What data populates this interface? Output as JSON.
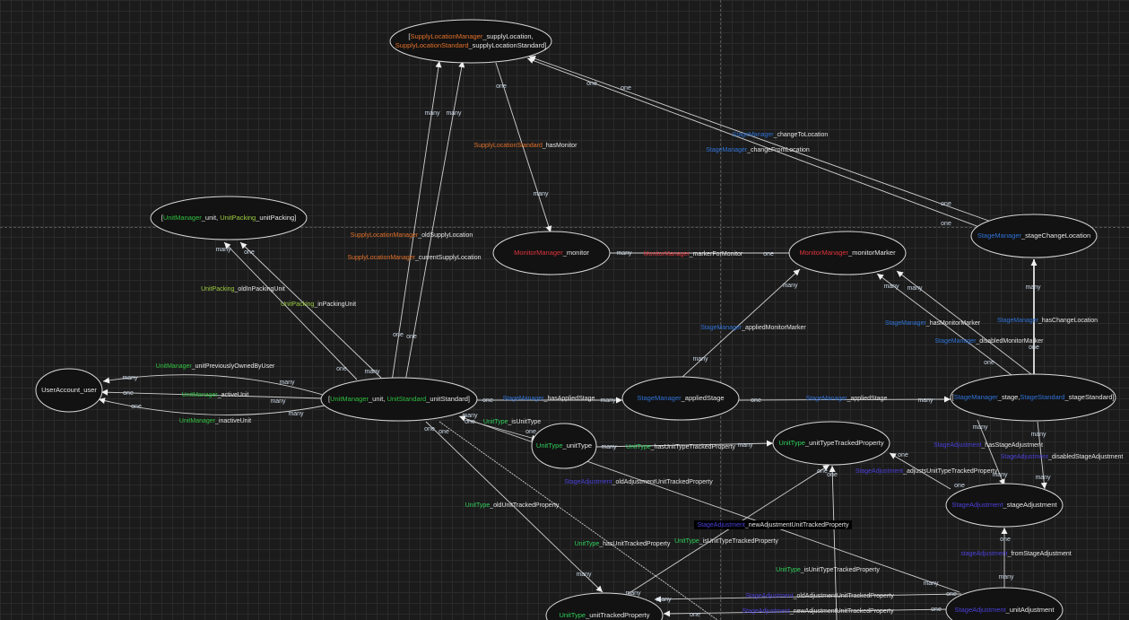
{
  "colors": {
    "unitManager": "#2fbf3f",
    "unitStandard": "#2fbf3f",
    "unitType": "#2fcf5a",
    "unitPacking": "#9ccc40",
    "supply": "#e0702a",
    "monitor": "#e0333c",
    "stage": "#2f72d6",
    "stageAdj": "#4b40d8",
    "plain": "#e6e6e6"
  },
  "nodes": [
    {
      "id": "supplyLocation",
      "lines": [
        [
          {
            "t": "[",
            "c": "plain"
          },
          {
            "t": "SupplyLocationManager",
            "c": "supply"
          },
          {
            "t": "_supplyLocation,",
            "c": "plain"
          }
        ],
        [
          {
            "t": "SupplyLocationStandard",
            "c": "supply"
          },
          {
            "t": "_supplyLocationStandard]",
            "c": "plain"
          }
        ]
      ]
    },
    {
      "id": "unitPacking",
      "lines": [
        [
          {
            "t": "[",
            "c": "plain"
          },
          {
            "t": "UnitManager",
            "c": "unitManager"
          },
          {
            "t": "_unit, ",
            "c": "plain"
          },
          {
            "t": "UnitPacking",
            "c": "unitPacking"
          },
          {
            "t": "_unitPacking]",
            "c": "plain"
          }
        ]
      ]
    },
    {
      "id": "monitor",
      "lines": [
        [
          {
            "t": "MonitorManager",
            "c": "monitor"
          },
          {
            "t": "_monitor",
            "c": "plain"
          }
        ]
      ]
    },
    {
      "id": "monitorMarker",
      "lines": [
        [
          {
            "t": "MonitorManager",
            "c": "monitor"
          },
          {
            "t": "_monitorMarker",
            "c": "plain"
          }
        ]
      ]
    },
    {
      "id": "stageChangeLocation",
      "lines": [
        [
          {
            "t": "StageManager",
            "c": "stage"
          },
          {
            "t": "_stageChangeLocation",
            "c": "plain"
          }
        ]
      ]
    },
    {
      "id": "userAccount",
      "lines": [
        [
          {
            "t": "UserAccount_user",
            "c": "plain"
          }
        ]
      ]
    },
    {
      "id": "unitStandard",
      "lines": [
        [
          {
            "t": "[",
            "c": "plain"
          },
          {
            "t": "UnitManager",
            "c": "unitManager"
          },
          {
            "t": "_unit, ",
            "c": "plain"
          },
          {
            "t": "UnitStandard",
            "c": "unitStandard"
          },
          {
            "t": "_unitStandard]",
            "c": "plain"
          }
        ]
      ]
    },
    {
      "id": "appliedStage",
      "lines": [
        [
          {
            "t": "StageManager",
            "c": "stage"
          },
          {
            "t": "_appliedStage",
            "c": "plain"
          }
        ]
      ]
    },
    {
      "id": "stage",
      "lines": [
        [
          {
            "t": "[",
            "c": "plain"
          },
          {
            "t": "StageManager",
            "c": "stage"
          },
          {
            "t": "_stage,",
            "c": "plain"
          },
          {
            "t": "StageStandard",
            "c": "stage"
          },
          {
            "t": "_stageStandard]",
            "c": "plain"
          }
        ]
      ]
    },
    {
      "id": "unitType",
      "lines": [
        [
          {
            "t": "UnitType",
            "c": "unitType"
          },
          {
            "t": "_unitType",
            "c": "plain"
          }
        ]
      ]
    },
    {
      "id": "unitTypeTrackedProperty",
      "lines": [
        [
          {
            "t": "UnitType",
            "c": "unitType"
          },
          {
            "t": "_unitTypeTrackedProperty",
            "c": "plain"
          }
        ]
      ]
    },
    {
      "id": "stageAdjustment",
      "lines": [
        [
          {
            "t": "StageAdjustment",
            "c": "stageAdj"
          },
          {
            "t": "_stageAdjustment",
            "c": "plain"
          }
        ]
      ]
    },
    {
      "id": "unitTrackedProperty",
      "lines": [
        [
          {
            "t": "UnitType",
            "c": "unitType"
          },
          {
            "t": "_unitTrackedProperty",
            "c": "plain"
          }
        ]
      ]
    },
    {
      "id": "unitAdjustment",
      "lines": [
        [
          {
            "t": "StageAdjustment",
            "c": "stageAdj"
          },
          {
            "t": "_unitAdjustment",
            "c": "plain"
          }
        ]
      ]
    }
  ],
  "edges": [
    {
      "label": [
        {
          "t": "UnitManager",
          "c": "unitManager"
        },
        {
          "t": "_unitPreviouslyOwnedByUser",
          "c": "plain"
        }
      ],
      "from_card": "many",
      "to_card": "many"
    },
    {
      "label": [
        {
          "t": "UnitManager",
          "c": "unitManager"
        },
        {
          "t": "_activeUnit",
          "c": "plain"
        }
      ],
      "from_card": "many",
      "to_card": "one"
    },
    {
      "label": [
        {
          "t": "UnitManager",
          "c": "unitManager"
        },
        {
          "t": "_inactiveUnit",
          "c": "plain"
        }
      ],
      "from_card": "many",
      "to_card": "one"
    },
    {
      "label": [
        {
          "t": "UnitPacking",
          "c": "unitPacking"
        },
        {
          "t": "_oldInPackingUnit",
          "c": "plain"
        }
      ],
      "from_card": "one",
      "to_card": "many"
    },
    {
      "label": [
        {
          "t": "UnitPacking",
          "c": "unitPacking"
        },
        {
          "t": "_inPackingUnit",
          "c": "plain"
        }
      ],
      "from_card": "many",
      "to_card": "one"
    },
    {
      "label": [
        {
          "t": "SupplyLocationManager",
          "c": "supply"
        },
        {
          "t": "_oldSupplyLocation",
          "c": "plain"
        }
      ],
      "from_card": "one",
      "to_card": "many"
    },
    {
      "label": [
        {
          "t": "SupplyLocationManager",
          "c": "supply"
        },
        {
          "t": "_currentSupplyLocation",
          "c": "plain"
        }
      ],
      "from_card": "one",
      "to_card": "many"
    },
    {
      "label": [
        {
          "t": "SupplyLocationStandard",
          "c": "supply"
        },
        {
          "t": "_hasMonitor",
          "c": "plain"
        }
      ],
      "from_card": "one",
      "to_card": "many"
    },
    {
      "label": [
        {
          "t": "MonitorManager",
          "c": "monitor"
        },
        {
          "t": "_markerForMonitor",
          "c": "plain"
        }
      ],
      "from_card": "many",
      "to_card": "one"
    },
    {
      "label": [
        {
          "t": "StageManager",
          "c": "stage"
        },
        {
          "t": "_changeToLocation",
          "c": "plain"
        }
      ],
      "from_card": "one",
      "to_card": "one"
    },
    {
      "label": [
        {
          "t": "StageManager",
          "c": "stage"
        },
        {
          "t": "_changeFromLocation",
          "c": "plain"
        }
      ],
      "from_card": "one",
      "to_card": "one"
    },
    {
      "label": [
        {
          "t": "StageManager",
          "c": "stage"
        },
        {
          "t": "_appliedMonitorMarker",
          "c": "plain"
        }
      ],
      "from_card": "many",
      "to_card": "many"
    },
    {
      "label": [
        {
          "t": "StageManager",
          "c": "stage"
        },
        {
          "t": "_hasMonitorMarker",
          "c": "plain"
        }
      ],
      "from_card": "one",
      "to_card": "many"
    },
    {
      "label": [
        {
          "t": "StageManager",
          "c": "stage"
        },
        {
          "t": "_disabledMonitorMarker",
          "c": "plain"
        }
      ],
      "from_card": null,
      "to_card": "many"
    },
    {
      "label": [
        {
          "t": "StageManager",
          "c": "stage"
        },
        {
          "t": "_hasChangeLocation",
          "c": "plain"
        }
      ],
      "from_card": "one",
      "to_card": "many"
    },
    {
      "label": [
        {
          "t": "StageManager",
          "c": "stage"
        },
        {
          "t": "_hasAppliedStage",
          "c": "plain"
        }
      ],
      "from_card": "one",
      "to_card": "many"
    },
    {
      "label": [
        {
          "t": "StageManager",
          "c": "stage"
        },
        {
          "t": "_appliedStage",
          "c": "plain"
        }
      ],
      "from_card": "one",
      "to_card": "many"
    },
    {
      "label": [
        {
          "t": "UnitType",
          "c": "unitType"
        },
        {
          "t": "_isUnitType",
          "c": "plain"
        }
      ],
      "from_card": "one",
      "to_card": "one"
    },
    {
      "label": [
        {
          "t": "StageAdjustment",
          "c": "stageAdj"
        },
        {
          "t": "_oldAdjustmentUnitTrackedProperty",
          "c": "plain"
        }
      ],
      "from_card": "many",
      "to_card": "many"
    },
    {
      "label": [
        {
          "t": "UnitType",
          "c": "unitType"
        },
        {
          "t": "_hasUnitTypeTrackedProperty",
          "c": "plain"
        }
      ],
      "from_card": "many",
      "to_card": "many"
    },
    {
      "label": [
        {
          "t": "StageAdjustment",
          "c": "stageAdj"
        },
        {
          "t": "_adjustsUnitTypeTrackedProperty",
          "c": "plain"
        }
      ],
      "from_card": "one",
      "to_card": "one"
    },
    {
      "label": [
        {
          "t": "StageAdjustment",
          "c": "stageAdj"
        },
        {
          "t": "_hasStageAdjustment",
          "c": "plain"
        }
      ],
      "from_card": "many",
      "to_card": "many"
    },
    {
      "label": [
        {
          "t": "StageAdjustment",
          "c": "stageAdj"
        },
        {
          "t": "_disabledStageAdjustment",
          "c": "plain"
        }
      ],
      "from_card": "many",
      "to_card": "many"
    },
    {
      "label": [
        {
          "t": "stageAdjustment",
          "c": "stageAdj"
        },
        {
          "t": "_fromStageAdjustment",
          "c": "plain"
        }
      ],
      "from_card": "many",
      "to_card": "one"
    },
    {
      "label": [
        {
          "t": "UnitType",
          "c": "unitType"
        },
        {
          "t": "_isUnitTypeTrackedProperty",
          "c": "plain"
        }
      ],
      "from_card": "many",
      "to_card": "one"
    },
    {
      "label": [
        {
          "t": "UnitType",
          "c": "unitType"
        },
        {
          "t": "_isUnitTypeTrackedProperty",
          "c": "plain"
        }
      ],
      "from_card": null,
      "to_card": "one"
    },
    {
      "label": [
        {
          "t": "StageAdjustment",
          "c": "stageAdj"
        },
        {
          "t": "_oldAdjustmentUnitTrackedProperty",
          "c": "plain"
        }
      ],
      "from_card": "one",
      "to_card": "many"
    },
    {
      "label": [
        {
          "t": "StageAdjustment",
          "c": "stageAdj"
        },
        {
          "t": "_newAdjustmentUnitTrackedProperty",
          "c": "plain"
        }
      ],
      "from_card": "one",
      "to_card": "one"
    },
    {
      "label": [
        {
          "t": "UnitType",
          "c": "unitType"
        },
        {
          "t": "_oldUnitTrackedProperty",
          "c": "plain"
        }
      ],
      "from_card": "one",
      "to_card": "many"
    },
    {
      "label": [
        {
          "t": "UnitType",
          "c": "unitType"
        },
        {
          "t": "_hasUnitTrackedProperty",
          "c": "plain"
        }
      ],
      "from_card": "one",
      "to_card": null
    },
    {
      "label": [
        {
          "t": "StageAdjustment",
          "c": "stageAdj"
        },
        {
          "t": "_newAdjustmentUnitTrackedProperty",
          "c": "plain"
        }
      ],
      "from_card": null,
      "to_card": null
    }
  ]
}
